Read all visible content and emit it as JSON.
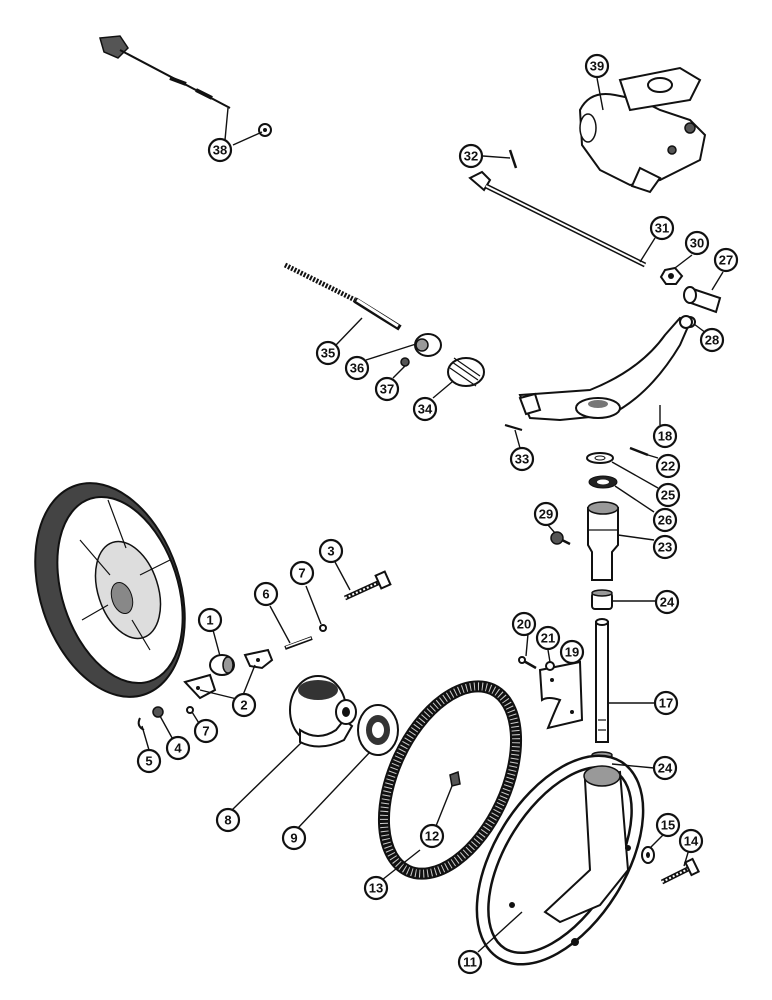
{
  "callouts": [
    {
      "id": "c1",
      "label": "1"
    },
    {
      "id": "c2",
      "label": "2"
    },
    {
      "id": "c3",
      "label": "3"
    },
    {
      "id": "c4",
      "label": "4"
    },
    {
      "id": "c5",
      "label": "5"
    },
    {
      "id": "c6",
      "label": "6"
    },
    {
      "id": "c7a",
      "label": "7"
    },
    {
      "id": "c7b",
      "label": "7"
    },
    {
      "id": "c8",
      "label": "8"
    },
    {
      "id": "c9",
      "label": "9"
    },
    {
      "id": "c11",
      "label": "11"
    },
    {
      "id": "c12",
      "label": "12"
    },
    {
      "id": "c13",
      "label": "13"
    },
    {
      "id": "c14",
      "label": "14"
    },
    {
      "id": "c15",
      "label": "15"
    },
    {
      "id": "c17",
      "label": "17"
    },
    {
      "id": "c18",
      "label": "18"
    },
    {
      "id": "c19",
      "label": "19"
    },
    {
      "id": "c20",
      "label": "20"
    },
    {
      "id": "c21",
      "label": "21"
    },
    {
      "id": "c22",
      "label": "22"
    },
    {
      "id": "c23",
      "label": "23"
    },
    {
      "id": "c24a",
      "label": "24"
    },
    {
      "id": "c24b",
      "label": "24"
    },
    {
      "id": "c25",
      "label": "25"
    },
    {
      "id": "c26",
      "label": "26"
    },
    {
      "id": "c27",
      "label": "27"
    },
    {
      "id": "c28",
      "label": "28"
    },
    {
      "id": "c29",
      "label": "29"
    },
    {
      "id": "c30",
      "label": "30"
    },
    {
      "id": "c31",
      "label": "31"
    },
    {
      "id": "c32",
      "label": "32"
    },
    {
      "id": "c33",
      "label": "33"
    },
    {
      "id": "c34",
      "label": "34"
    },
    {
      "id": "c35",
      "label": "35"
    },
    {
      "id": "c36",
      "label": "36"
    },
    {
      "id": "c37",
      "label": "37"
    },
    {
      "id": "c38",
      "label": "38"
    },
    {
      "id": "c39",
      "label": "39"
    }
  ]
}
